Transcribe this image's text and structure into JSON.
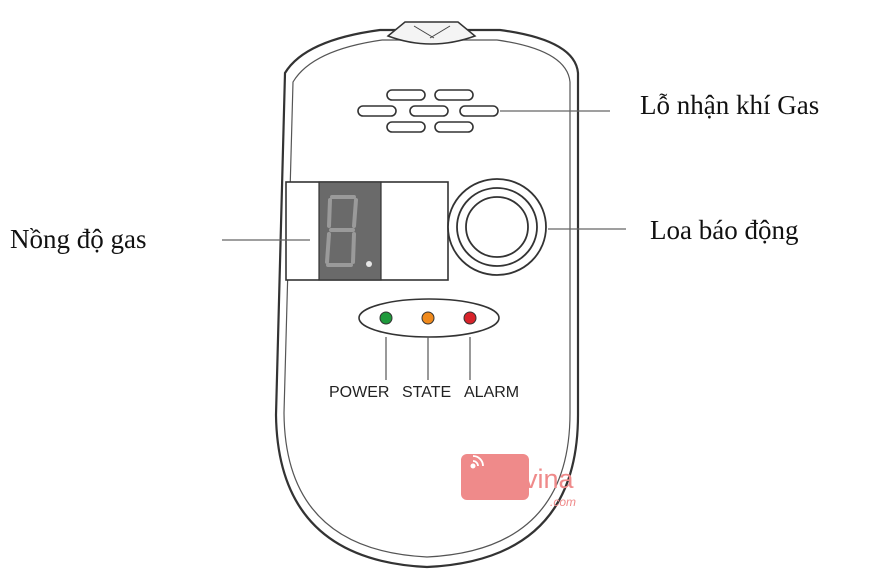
{
  "labels": {
    "gas_inlet": "Lỗ nhận khí Gas",
    "concentration": "Nồng độ gas",
    "speaker": "Loa báo động"
  },
  "leds": [
    {
      "label": "POWER",
      "color": "#1f9a3c"
    },
    {
      "label": "STATE",
      "color": "#f08a1c"
    },
    {
      "label": "ALARM",
      "color": "#d8232a"
    }
  ],
  "watermark": {
    "brand": "Olavina",
    "domain": ".com",
    "color": "#e85b5b"
  }
}
